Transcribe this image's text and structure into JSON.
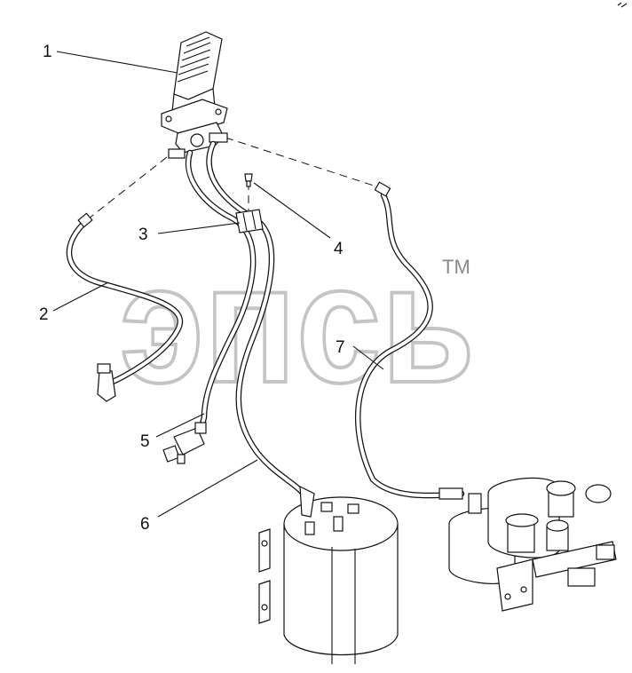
{
  "watermark": {
    "text": "эпсь",
    "tm": "TM"
  },
  "callouts": [
    {
      "id": "1",
      "text": "1"
    },
    {
      "id": "2",
      "text": "2"
    },
    {
      "id": "3",
      "text": "3"
    },
    {
      "id": "4",
      "text": "4"
    },
    {
      "id": "5",
      "text": "5"
    },
    {
      "id": "6",
      "text": "6"
    },
    {
      "id": "7",
      "text": "7"
    }
  ],
  "parts": [
    {
      "ref": "1",
      "name": "brake-pedal-valve"
    },
    {
      "ref": "2",
      "name": "hose"
    },
    {
      "ref": "3",
      "name": "hose-clamp"
    },
    {
      "ref": "4",
      "name": "fitting"
    },
    {
      "ref": "5",
      "name": "hose"
    },
    {
      "ref": "6",
      "name": "hose"
    },
    {
      "ref": "7",
      "name": "hose"
    }
  ]
}
